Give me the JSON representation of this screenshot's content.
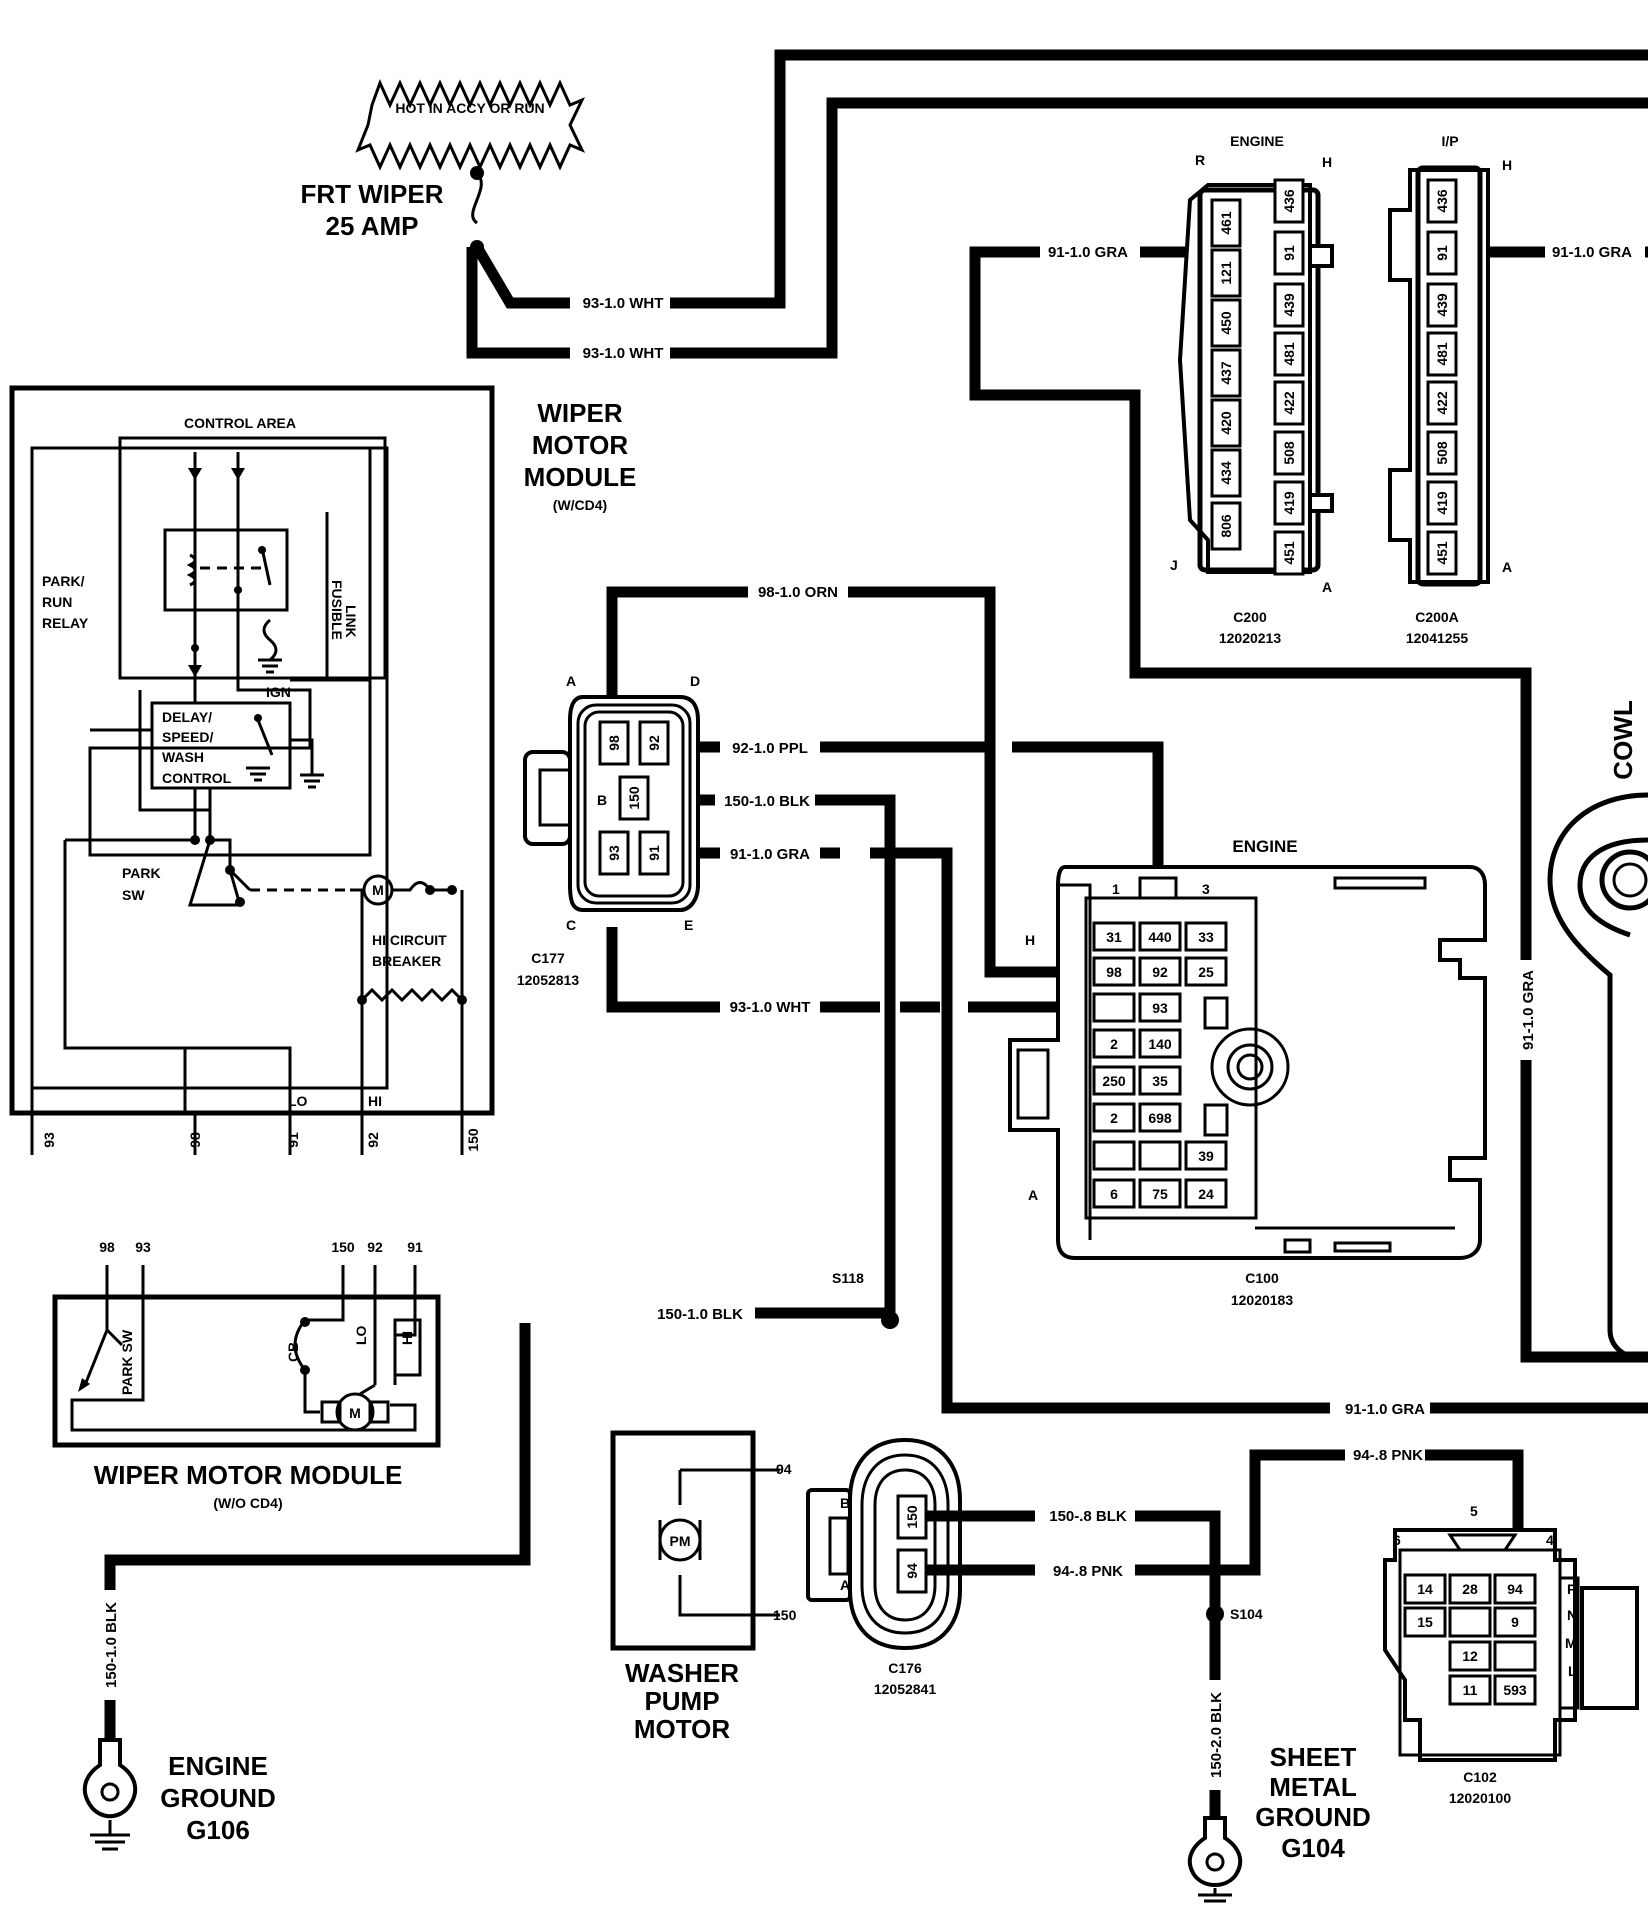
{
  "fuse": {
    "hot_label": "HOT IN ACCY OR RUN",
    "name_line1": "FRT WIPER",
    "name_line2": "25 AMP"
  },
  "wires": {
    "w93_top": "93-1.0 WHT",
    "w93_bottom": "93-1.0 WHT",
    "w91_left": "91-1.0 GRA",
    "w91_right": "91-1.0 GRA",
    "w98": "98-1.0 ORN",
    "w92": "92-1.0 PPL",
    "w150": "150-1.0 BLK",
    "w91": "91-1.0 GRA",
    "w93": "93-1.0 WHT",
    "w150_s118": "150-1.0 BLK",
    "w91_vertical": "91-1.0 GRA",
    "w91_bottom": "91-1.0 GRA",
    "w94_top": "94-.8 PNK",
    "w150_c176": "150-.8 BLK",
    "w94_c176": "94-.8 PNK",
    "w150_ground_engine": "150-1.0 BLK",
    "w150_ground_sheet": "150-2.0 BLK"
  },
  "wiper_module": {
    "title_line1": "WIPER",
    "title_line2": "MOTOR",
    "title_line3": "MODULE",
    "title_line4": "(W/CD4)",
    "control_area": "CONTROL AREA",
    "relay_line1": "PARK/",
    "relay_line2": "RUN",
    "relay_line3": "RELAY",
    "fusible_line1": "FUSIBLE",
    "fusible_line2": "LINK",
    "ign": "IGN",
    "delay_line1": "DELAY/",
    "delay_line2": "SPEED/",
    "delay_line3": "WASH",
    "delay_line4": "CONTROL",
    "park_line1": "PARK",
    "park_line2": "SW",
    "hi_cb_line1": "HI CIRCUIT",
    "hi_cb_line2": "BREAKER",
    "lo": "LO",
    "hi": "HI",
    "motor": "M",
    "pins": [
      "93",
      "98",
      "91",
      "92",
      "150"
    ]
  },
  "wiper_module_wo": {
    "title": "WIPER MOTOR MODULE",
    "subtitle": "(W/O CD4)",
    "pins_left": [
      "98",
      "93"
    ],
    "pins_right": [
      "150",
      "92",
      "91"
    ],
    "park_sw": "PARK SW",
    "cb": "CB",
    "lo": "LO",
    "hi": "HI",
    "motor": "M"
  },
  "c177": {
    "name": "C177",
    "part": "12052813",
    "corner_a": "A",
    "corner_d": "D",
    "corner_b": "B",
    "corner_c": "C",
    "corner_e": "E",
    "pins": [
      "98",
      "92",
      "150",
      "93",
      "91"
    ]
  },
  "c200": {
    "title": "ENGINE",
    "name": "C200",
    "part": "12020213",
    "corner_r": "R",
    "corner_h": "H",
    "corner_j": "J",
    "corner_a": "A",
    "left_pins": [
      "461",
      "121",
      "450",
      "437",
      "420",
      "434",
      "806"
    ],
    "right_pins": [
      "436",
      "91",
      "439",
      "481",
      "422",
      "508",
      "419",
      "451"
    ]
  },
  "c200a": {
    "title": "I/P",
    "name": "C200A",
    "part": "12041255",
    "corner_h": "H",
    "corner_a": "A",
    "pins": [
      "436",
      "91",
      "439",
      "481",
      "422",
      "508",
      "419",
      "451"
    ]
  },
  "c100": {
    "title": "ENGINE",
    "name": "C100",
    "part": "12020183",
    "corner_1": "1",
    "corner_3": "3",
    "corner_h": "H",
    "corner_a": "A",
    "rows": [
      [
        "31",
        "440",
        "33"
      ],
      [
        "98",
        "92",
        "25"
      ],
      [
        "",
        "93",
        ""
      ],
      [
        "2",
        "140",
        ""
      ],
      [
        "250",
        "35",
        ""
      ],
      [
        "2",
        "698",
        ""
      ],
      [
        "",
        "",
        "39"
      ],
      [
        "6",
        "75",
        "24"
      ]
    ]
  },
  "cowl": "COWL",
  "s118": "S118",
  "s104": "S104",
  "washer": {
    "line1": "WASHER",
    "line2": "PUMP",
    "line3": "MOTOR",
    "pm": "PM",
    "pin_top": "94",
    "pin_bottom": "150"
  },
  "c176": {
    "name": "C176",
    "part": "12052841",
    "corner_b": "B",
    "corner_a": "A",
    "pins": [
      "150",
      "94"
    ]
  },
  "c102": {
    "name": "C102",
    "part": "12020100",
    "corner_5": "5",
    "corner_6": "6",
    "corner_4": "4",
    "side": [
      "P",
      "N",
      "M",
      "L"
    ],
    "rows": [
      [
        "14",
        "28",
        "94"
      ],
      [
        "15",
        "",
        "9"
      ],
      [
        "",
        "12",
        ""
      ],
      [
        "",
        "11",
        "593"
      ]
    ]
  },
  "engine_ground": {
    "line1": "ENGINE",
    "line2": "GROUND",
    "line3": "G106"
  },
  "sheet_ground": {
    "line1": "SHEET",
    "line2": "METAL",
    "line3": "GROUND",
    "line4": "G104"
  }
}
